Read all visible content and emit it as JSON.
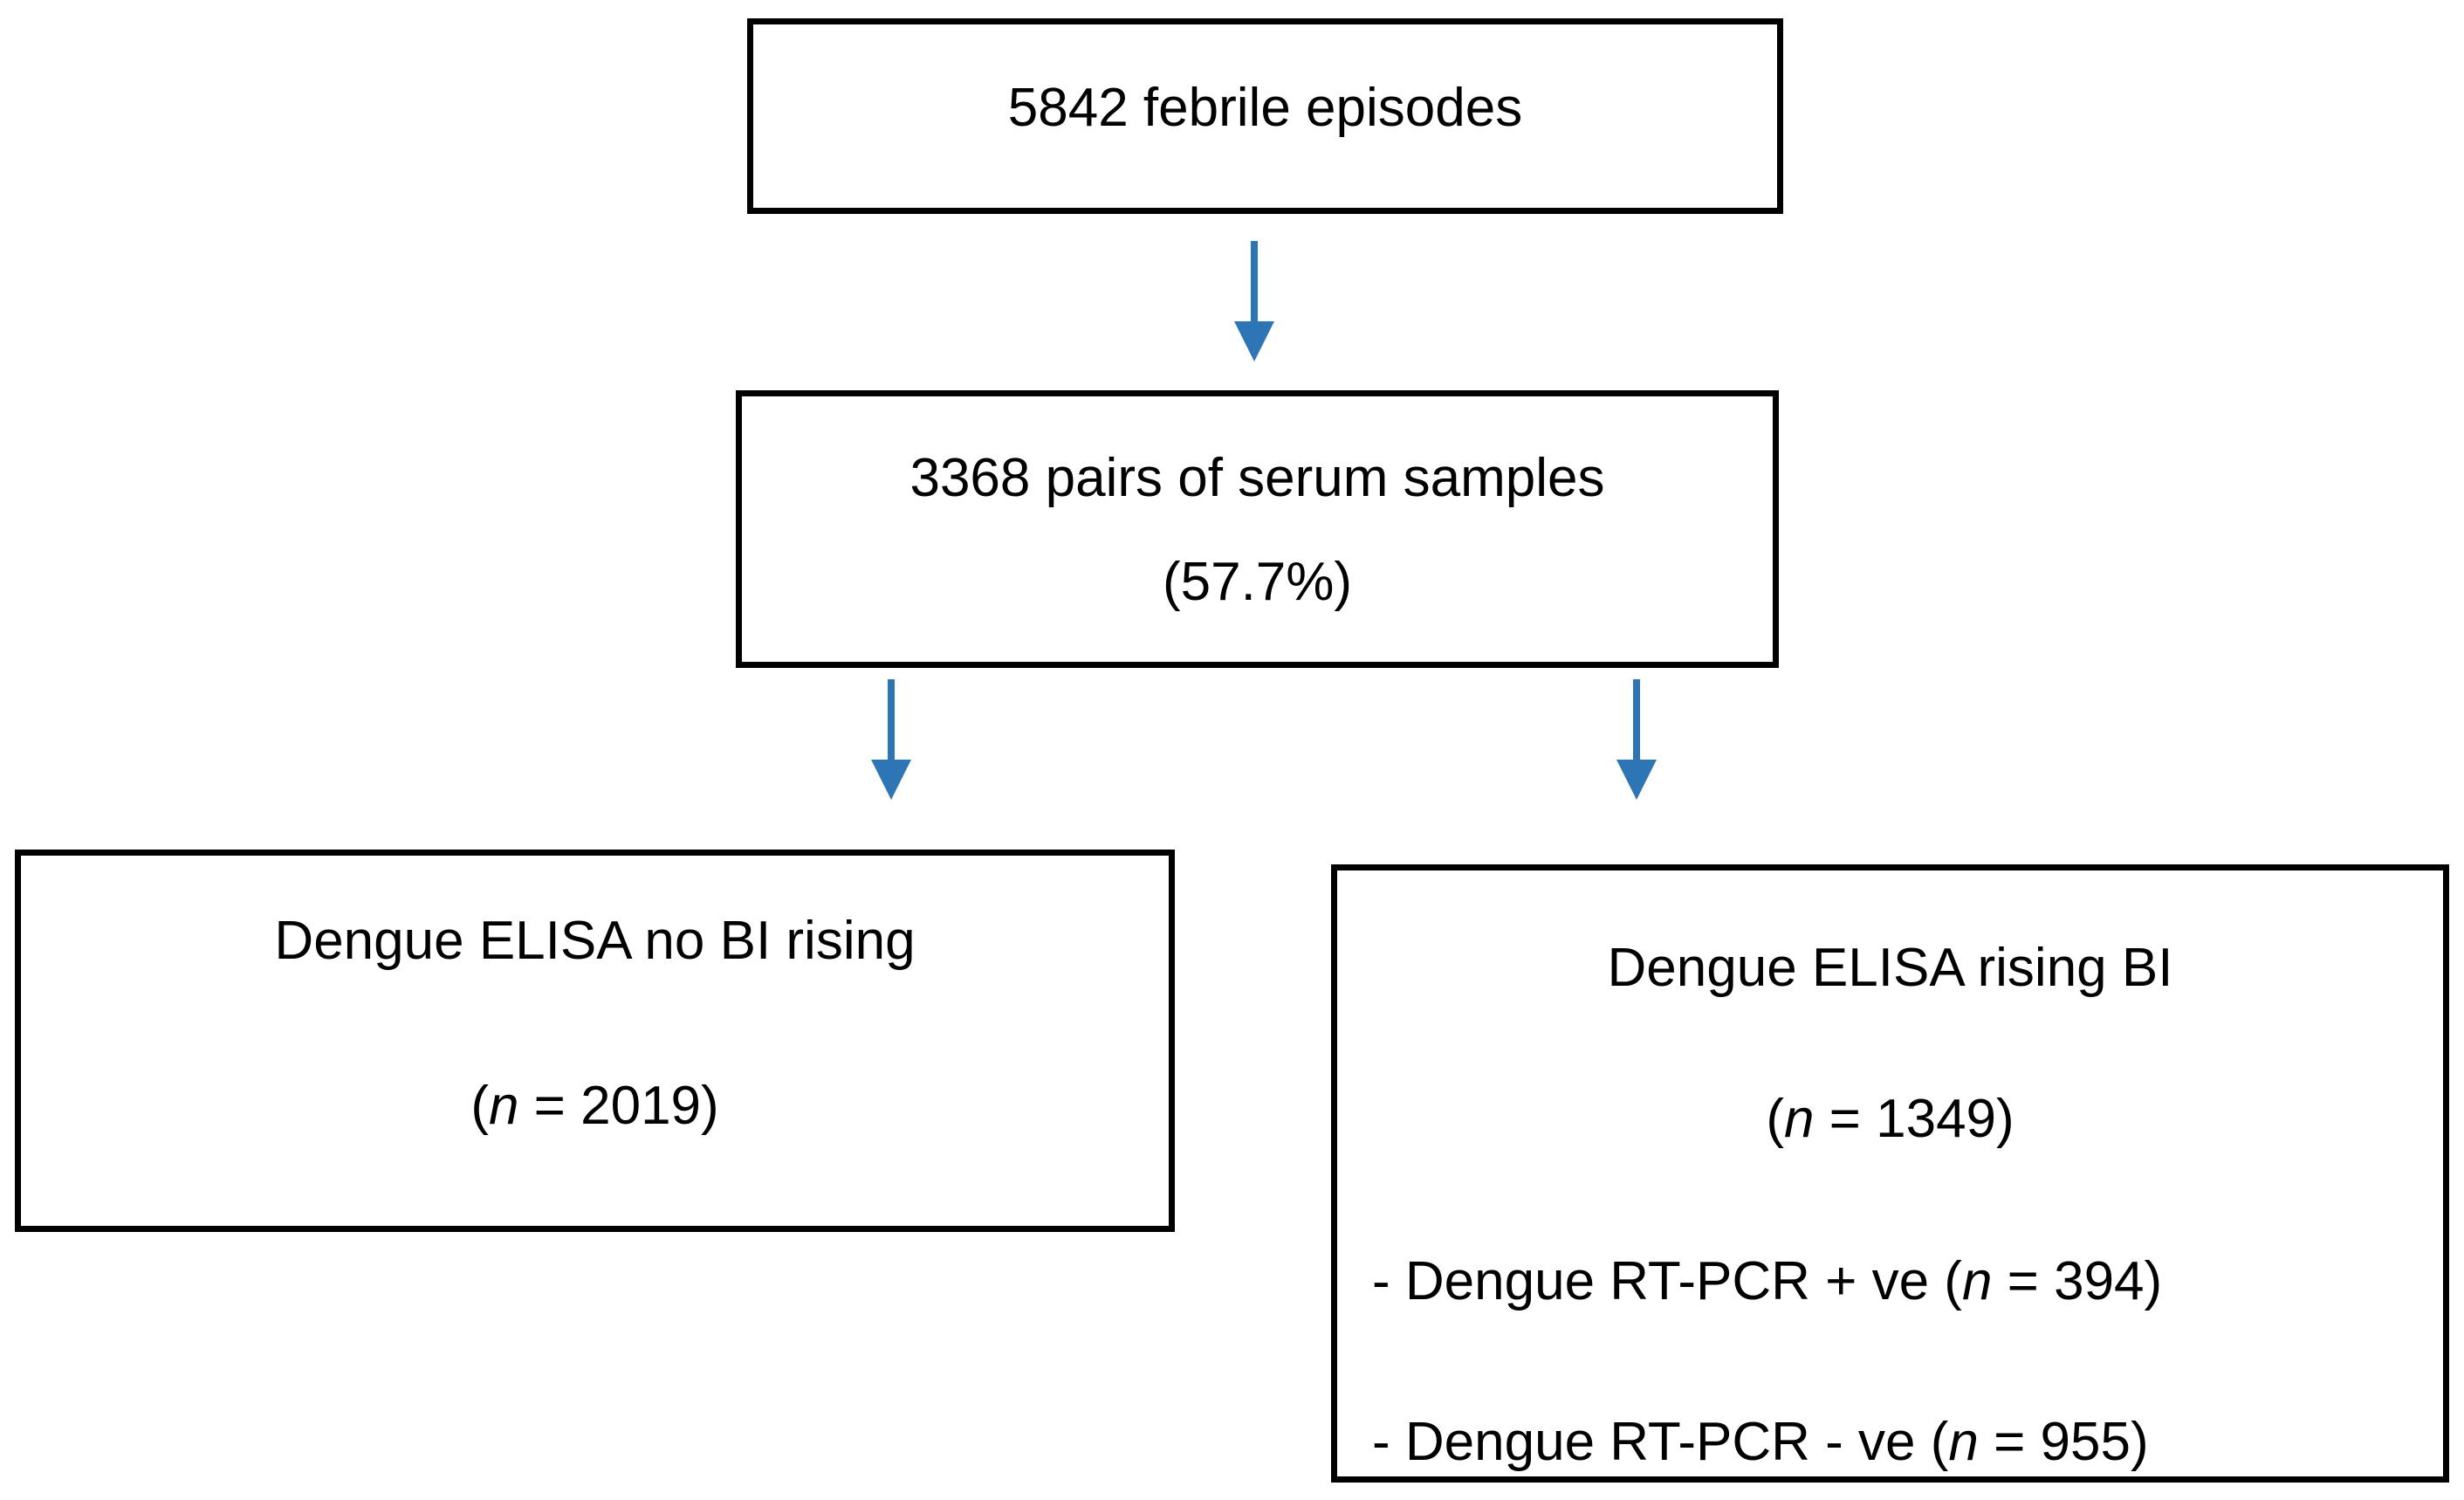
{
  "colors": {
    "arrow": "#2E75B6",
    "border": "#000000",
    "background": "#FFFFFF",
    "text": "#000000"
  },
  "boxes": {
    "febrile": {
      "text": "5842 febrile episodes"
    },
    "serum": {
      "line1": "3368 pairs of serum samples",
      "line2": "(57.7%)"
    },
    "no_bi_rising": {
      "title": "Dengue ELISA no BI rising",
      "n_open": "(",
      "n_var": "n",
      "n_rest": " = 2019)"
    },
    "rising_bi": {
      "title": "Dengue ELISA rising BI",
      "n_open": "(",
      "n_var": "n",
      "n_rest": " = 1349)",
      "b1_pre": "- Dengue RT-PCR + ve (",
      "b1_var": "n",
      "b1_rest": " = 394)",
      "b2_pre": "- Dengue RT-PCR - ve (",
      "b2_var": "n",
      "b2_rest": " = 955)"
    }
  }
}
